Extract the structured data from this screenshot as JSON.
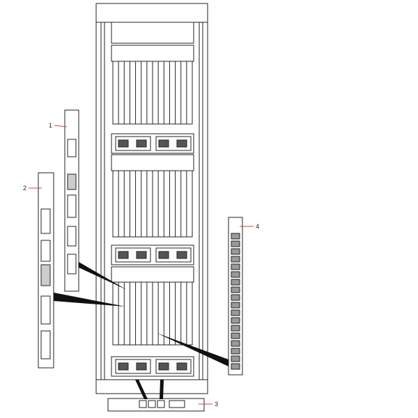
{
  "callouts": [
    {
      "id": "1",
      "label": "1"
    },
    {
      "id": "2",
      "label": "2"
    },
    {
      "id": "3",
      "label": "3"
    },
    {
      "id": "4",
      "label": "4"
    }
  ],
  "colors": {
    "line": "#222222",
    "leader": "#d04040",
    "fill": "#ffffff",
    "shade": "#888888"
  }
}
